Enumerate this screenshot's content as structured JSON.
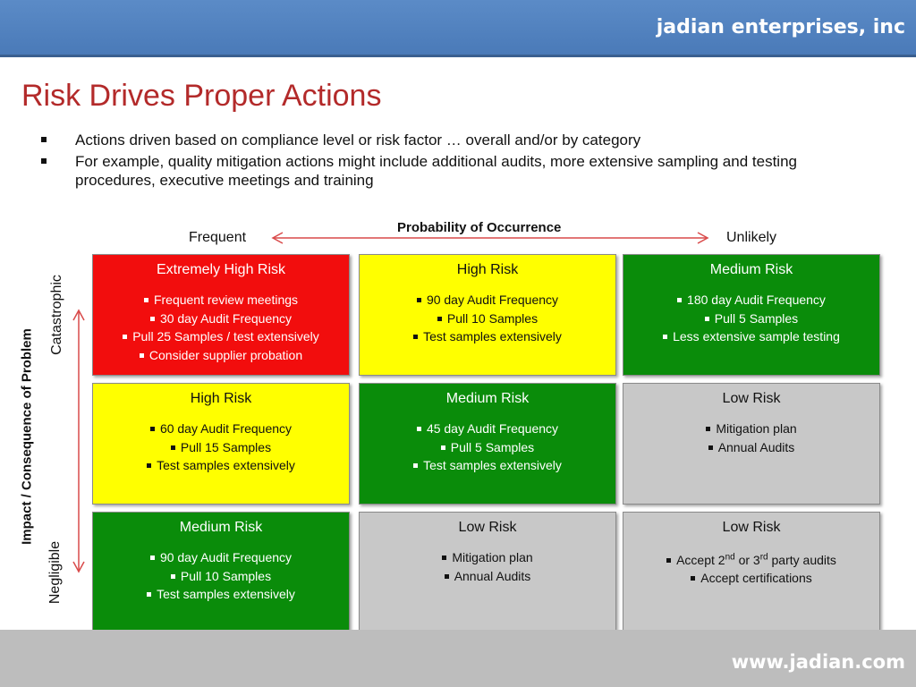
{
  "header": {
    "company": "jadian enterprises, inc"
  },
  "title": "Risk Drives Proper Actions",
  "bullets": [
    "Actions driven based on compliance level or risk factor … overall and/or by category",
    "For example, quality mitigation actions might include additional audits, more extensive sampling and testing procedures, executive meetings  and training"
  ],
  "matrix": {
    "x_title": "Probability of Occurrence",
    "x_left": "Frequent",
    "x_right": "Unlikely",
    "y_title": "Impact / Consequence  of Problem",
    "y_top": "Catastrophic",
    "y_bottom": "Negligible",
    "colors": {
      "red": "#f20d0d",
      "yellow": "#ffff00",
      "green": "#0a8c0a",
      "gray": "#c8c8c8",
      "arrow": "#d94a4a"
    },
    "cells": [
      {
        "title": "Extremely High Risk",
        "color": "red",
        "items": [
          "Frequent review meetings",
          "30 day Audit Frequency",
          "Pull 25 Samples / test extensively",
          "Consider supplier probation"
        ]
      },
      {
        "title": "High Risk",
        "color": "yellow",
        "items": [
          "90 day Audit Frequency",
          "Pull 10 Samples",
          "Test samples extensively"
        ]
      },
      {
        "title": "Medium Risk",
        "color": "green",
        "items": [
          "180 day Audit Frequency",
          "Pull 5 Samples",
          "Less extensive sample testing"
        ]
      },
      {
        "title": "High Risk",
        "color": "yellow",
        "items": [
          "60 day Audit Frequency",
          "Pull 15 Samples",
          "Test samples extensively"
        ]
      },
      {
        "title": "Medium Risk",
        "color": "green",
        "items": [
          "45 day Audit Frequency",
          "Pull 5 Samples",
          "Test samples extensively"
        ]
      },
      {
        "title": "Low Risk",
        "color": "gray",
        "items": [
          "Mitigation plan",
          "Annual Audits"
        ]
      },
      {
        "title": "Medium Risk",
        "color": "green",
        "items": [
          "90 day Audit Frequency",
          "Pull 10 Samples",
          "Test samples extensively"
        ]
      },
      {
        "title": "Low Risk",
        "color": "gray",
        "items": [
          "Mitigation plan",
          "Annual Audits"
        ]
      },
      {
        "title": "Low Risk",
        "color": "gray",
        "items": [
          "Accept 2nd or 3rd party audits",
          "Accept certifications"
        ]
      }
    ]
  },
  "footer": {
    "url": "www.jadian.com"
  }
}
